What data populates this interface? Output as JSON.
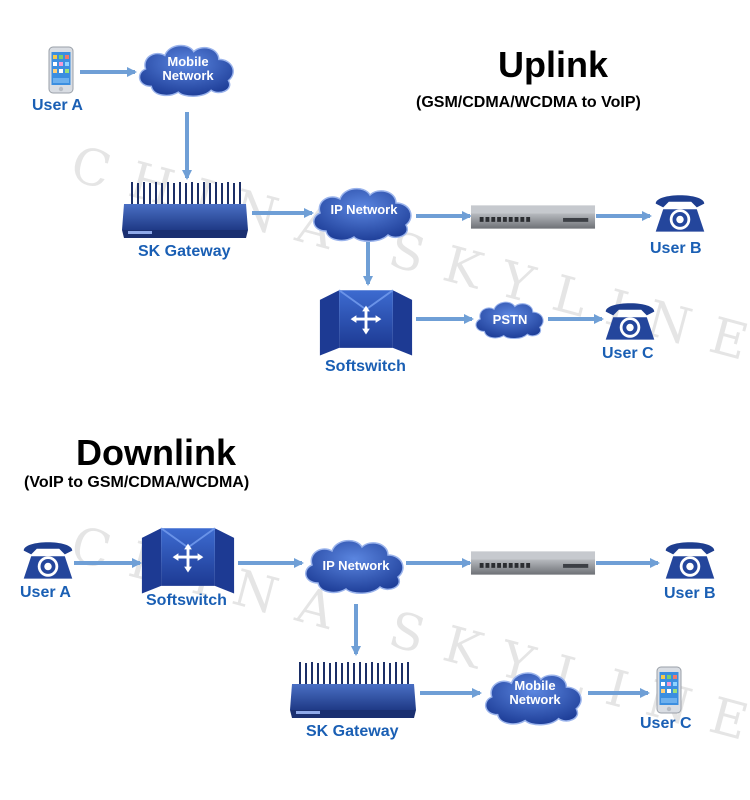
{
  "watermark": "CHINA SKYLINE",
  "uplink": {
    "title": "Uplink",
    "subtitle": "(GSM/CDMA/WCDMA to VoIP)",
    "nodes": {
      "user_a": "User A",
      "mobile_network": [
        "Mobile",
        "Network"
      ],
      "sk_gateway": "SK Gateway",
      "ip_network": "IP Network",
      "user_b": "User B",
      "softswitch": "Softswitch",
      "pstn": "PSTN",
      "user_c": "User C"
    }
  },
  "downlink": {
    "title": "Downlink",
    "subtitle": "(VoIP to GSM/CDMA/WCDMA)",
    "nodes": {
      "user_a": "User A",
      "softswitch": "Softswitch",
      "ip_network": "IP Network",
      "user_b": "User B",
      "sk_gateway": "SK Gateway",
      "mobile_network": [
        "Mobile",
        "Network"
      ],
      "user_c": "User C"
    }
  },
  "colors": {
    "label": "#1a5fb4",
    "arrow": "#6f9fd6",
    "device_blue": "#25479a",
    "cloud_blue": "#2f55b8",
    "server_gray": "#8c8f94"
  },
  "icons": [
    "phone-icon",
    "cloud-icon",
    "gateway-icon",
    "server-icon",
    "softswitch-icon",
    "telephone-icon"
  ]
}
